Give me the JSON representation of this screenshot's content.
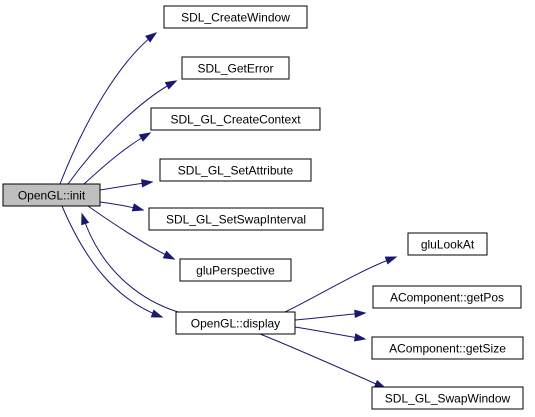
{
  "graph": {
    "nodes": [
      {
        "id": "opengl_init",
        "label": "OpenGL::init"
      },
      {
        "id": "sdl_createwindow",
        "label": "SDL_CreateWindow"
      },
      {
        "id": "sdl_geterror",
        "label": "SDL_GetError"
      },
      {
        "id": "sdl_gl_createcontext",
        "label": "SDL_GL_CreateContext"
      },
      {
        "id": "sdl_gl_setattribute",
        "label": "SDL_GL_SetAttribute"
      },
      {
        "id": "sdl_gl_setswapinterval",
        "label": "SDL_GL_SetSwapInterval"
      },
      {
        "id": "gluperspective",
        "label": "gluPerspective"
      },
      {
        "id": "opengl_display",
        "label": "OpenGL::display"
      },
      {
        "id": "glulookat",
        "label": "gluLookAt"
      },
      {
        "id": "acomponent_getpos",
        "label": "AComponent::getPos"
      },
      {
        "id": "acomponent_getsize",
        "label": "AComponent::getSize"
      },
      {
        "id": "sdl_gl_swapwindow",
        "label": "SDL_GL_SwapWindow"
      }
    ],
    "edges": [
      {
        "from": "opengl_init",
        "to": "sdl_createwindow"
      },
      {
        "from": "opengl_init",
        "to": "sdl_geterror"
      },
      {
        "from": "opengl_init",
        "to": "sdl_gl_createcontext"
      },
      {
        "from": "opengl_init",
        "to": "sdl_gl_setattribute"
      },
      {
        "from": "opengl_init",
        "to": "sdl_gl_setswapinterval"
      },
      {
        "from": "opengl_init",
        "to": "gluperspective"
      },
      {
        "from": "opengl_init",
        "to": "opengl_display"
      },
      {
        "from": "opengl_display",
        "to": "opengl_init"
      },
      {
        "from": "opengl_display",
        "to": "glulookat"
      },
      {
        "from": "opengl_display",
        "to": "acomponent_getpos"
      },
      {
        "from": "opengl_display",
        "to": "acomponent_getsize"
      },
      {
        "from": "opengl_display",
        "to": "sdl_gl_swapwindow"
      }
    ]
  },
  "colors": {
    "edge": "#191970",
    "root_fill": "#bfbfbf",
    "node_fill": "#ffffff",
    "node_border": "#000000"
  }
}
